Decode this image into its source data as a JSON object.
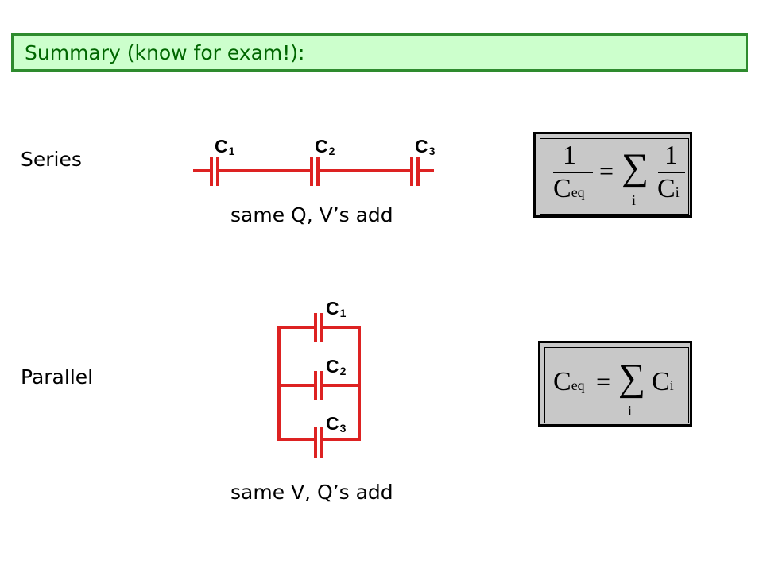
{
  "title": "Summary (know for exam!):",
  "series": {
    "label": "Series",
    "caption": "same Q, V’s add",
    "capacitors": [
      {
        "letter": "C",
        "index": "1"
      },
      {
        "letter": "C",
        "index": "2"
      },
      {
        "letter": "C",
        "index": "3"
      }
    ],
    "formula": {
      "lhs_num": "1",
      "lhs_den": "C",
      "lhs_den_sub": "eq",
      "equals": "=",
      "sum": "∑",
      "sum_index": "i",
      "rhs_num": "1",
      "rhs_den": "C",
      "rhs_den_sub": "i"
    }
  },
  "parallel": {
    "label": "Parallel",
    "caption": "same V, Q’s add",
    "capacitors": [
      {
        "letter": "C",
        "index": "1"
      },
      {
        "letter": "C",
        "index": "2"
      },
      {
        "letter": "C",
        "index": "3"
      }
    ],
    "formula": {
      "lhs": "C",
      "lhs_sub": "eq",
      "equals": "=",
      "sum": "∑",
      "sum_index": "i",
      "rhs": "C",
      "rhs_sub": "i"
    }
  },
  "colors": {
    "title_bg": "#ccffcc",
    "title_border": "#2e8b2e",
    "title_text": "#006600",
    "wire": "#dd2222",
    "formula_bg": "#c8c8c8"
  }
}
